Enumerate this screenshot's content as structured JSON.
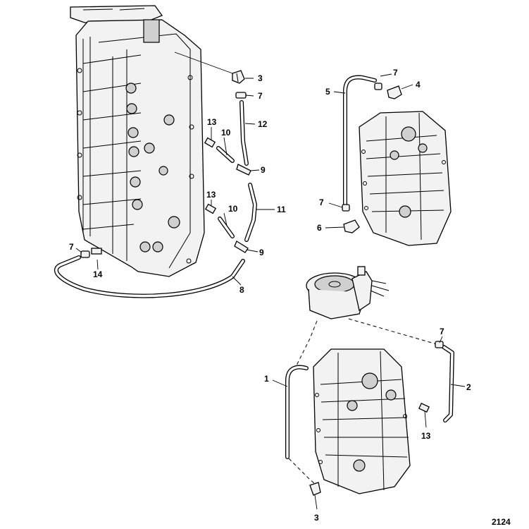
{
  "figure_number": "2124",
  "callouts": {
    "c_3_top": "3",
    "c_7_top": "7",
    "c_12": "12",
    "c_13_top": "13",
    "c_10_top": "10",
    "c_9_top": "9",
    "c_13_mid": "13",
    "c_10_mid": "10",
    "c_11": "11",
    "c_9_mid": "9",
    "c_7_left": "7",
    "c_14": "14",
    "c_8": "8",
    "c_5": "5",
    "c_7_right_top": "7",
    "c_4": "4",
    "c_7_right_mid": "7",
    "c_6": "6",
    "c_7_bottom": "7",
    "c_1": "1",
    "c_2": "2",
    "c_13_bottom": "13",
    "c_3_bottom": "3"
  }
}
